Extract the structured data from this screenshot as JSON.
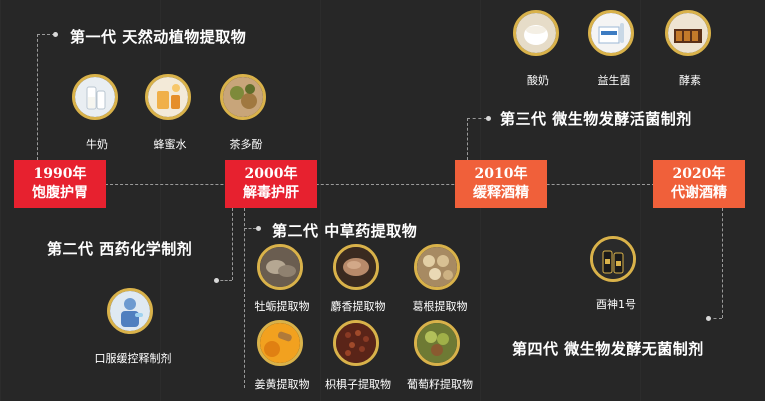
{
  "timeline": {
    "years": [
      {
        "year": "1990年",
        "label": "饱腹护胃",
        "color": "#e7212f"
      },
      {
        "year": "2000年",
        "label": "解毒护肝",
        "color": "#e7212f"
      },
      {
        "year": "2010年",
        "label": "缓释酒精",
        "color": "#f0603a"
      },
      {
        "year": "2020年",
        "label": "代谢酒精",
        "color": "#f0603a"
      }
    ]
  },
  "gen1": {
    "title": "第一代  天然动植物提取物",
    "items": [
      "牛奶",
      "蜂蜜水",
      "茶多酚"
    ]
  },
  "gen2a": {
    "title": "第二代  西药化学制剂",
    "items": [
      "口服缓控释制剂"
    ]
  },
  "gen2b": {
    "title": "第二代  中草药提取物",
    "items": [
      "牡蛎提取物",
      "麝香提取物",
      "葛根提取物",
      "姜黄提取物",
      "枳椇子提取物",
      "葡萄籽提取物"
    ]
  },
  "gen3": {
    "title": "第三代  微生物发酵活菌制剂",
    "items": [
      "酸奶",
      "益生菌",
      "酵素"
    ]
  },
  "gen4": {
    "title": "第四代  微生物发酵无菌制剂",
    "items": [
      "酉神1号"
    ]
  },
  "colors": {
    "ring": "#d9b24a",
    "red": "#e7212f",
    "orange": "#f0603a"
  }
}
